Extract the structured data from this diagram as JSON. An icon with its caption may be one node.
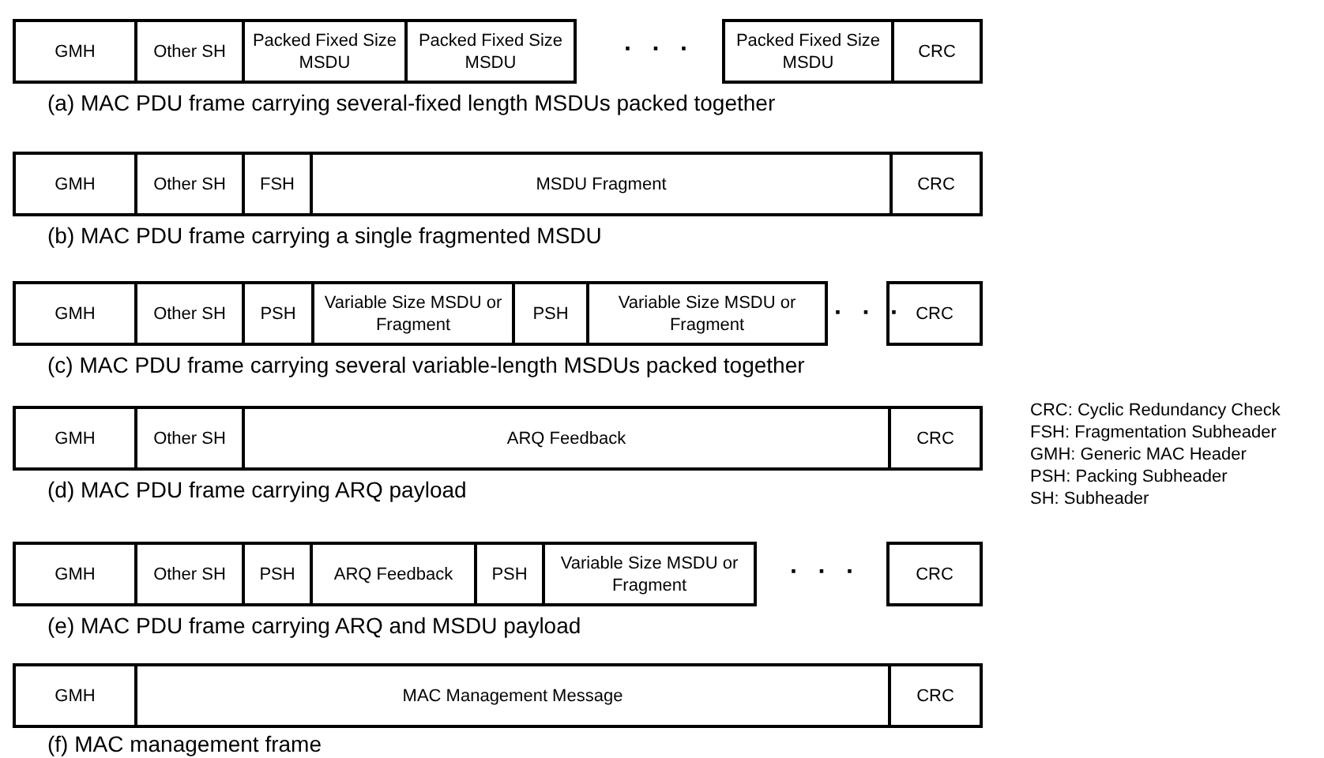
{
  "diagram": {
    "nodes": [
      {
        "text": [
          "GMH"
        ]
      },
      {
        "text": [
          "Other SH"
        ]
      },
      {
        "text": [
          "Packed Fixed Size MSDU"
        ]
      },
      {
        "text": [
          "Packed Fixed Size MSDU"
        ]
      },
      {
        "text": [
          "Packed Fixed Size MSDU"
        ]
      },
      {
        "text": [
          "CRC"
        ]
      },
      {
        "text": [
          "GMH"
        ]
      },
      {
        "text": [
          "Other SH"
        ]
      },
      {
        "text": [
          "FSH"
        ]
      },
      {
        "text": [
          "MSDU Fragment"
        ]
      },
      {
        "text": [
          "CRC"
        ]
      },
      {
        "text": [
          "GMH"
        ]
      },
      {
        "text": [
          "Other SH"
        ]
      },
      {
        "text": [
          "PSH"
        ]
      },
      {
        "text": [
          "Variable Size MSDU or Fragment"
        ]
      },
      {
        "text": [
          "PSH"
        ]
      },
      {
        "text": [
          "Variable Size MSDU or Fragment"
        ]
      },
      {
        "text": [
          "CRC"
        ]
      },
      {
        "text": [
          "GMH"
        ]
      },
      {
        "text": [
          "Other SH"
        ]
      },
      {
        "text": [
          "ARQ Feedback"
        ]
      },
      {
        "text": [
          "CRC"
        ]
      },
      {
        "text": [
          "GMH"
        ]
      },
      {
        "text": [
          "Other SH"
        ]
      },
      {
        "text": [
          "PSH"
        ]
      },
      {
        "text": [
          "ARQ Feedback"
        ]
      },
      {
        "text": [
          "PSH"
        ]
      },
      {
        "text": [
          "Variable Size MSDU or Fragment"
        ]
      },
      {
        "text": [
          "CRC"
        ]
      },
      {
        "text": [
          "GMH"
        ]
      },
      {
        "text": [
          "MAC Management Message"
        ]
      },
      {
        "text": [
          "CRC"
        ]
      }
    ],
    "labels": [
      "· · ·",
      "(a) MAC PDU frame carrying several-fixed length MSDUs packed together",
      "(b) MAC PDU frame carrying a single fragmented MSDU",
      "· · ·",
      "(c) MAC PDU frame carrying several variable-length MSDUs packed together",
      "CRC:  Cyclic Redundancy Check",
      "FSH: Fragmentation Subheader",
      "GMH: Generic MAC Header",
      "PSH: Packing Subheader",
      "SH: Subheader",
      "(d) MAC PDU frame carrying ARQ payload",
      "· · ·",
      "(e) MAC PDU frame carrying ARQ and MSDU payload",
      "(f) MAC management frame"
    ]
  }
}
